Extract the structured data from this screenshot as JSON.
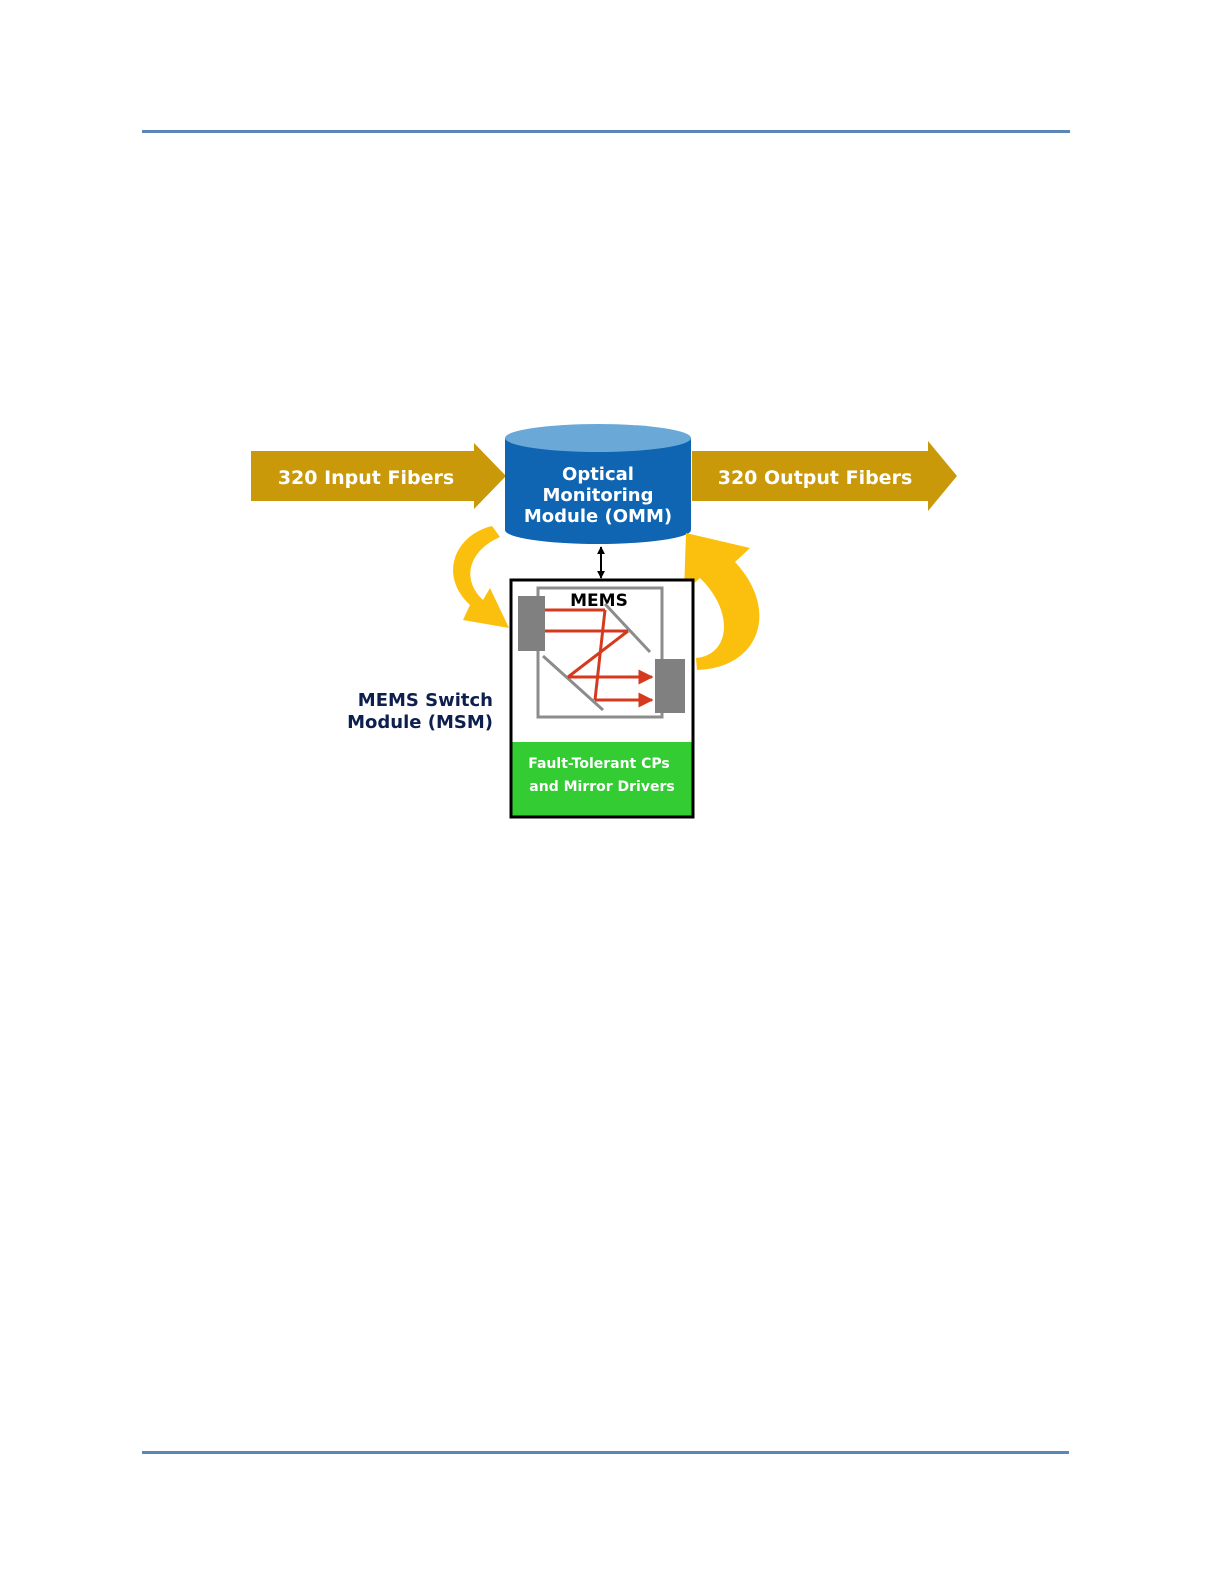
{
  "colors": {
    "rule": "#5b86b8",
    "fiber_arrow": "#c9990a",
    "feedback_arrow": "#fbbf0d",
    "omm_body": "#1065b3",
    "omm_top": "#6aa8d8",
    "msm_controller": "#33cc33",
    "mirror_block": "#808080",
    "beam": "#d63a1e",
    "msm_label": "#0d1f4d"
  },
  "diagram": {
    "input_fibers": "320 Input Fibers",
    "output_fibers": "320 Output Fibers",
    "omm_line1": "Optical",
    "omm_line2": "Monitoring",
    "omm_line3": "Module (OMM)",
    "mems_label": "MEMS",
    "msm_line1": "MEMS Switch",
    "msm_line2": "Module (MSM)",
    "controller_line1": "Fault-Tolerant CPs",
    "controller_line2": "and Mirror Drivers"
  }
}
